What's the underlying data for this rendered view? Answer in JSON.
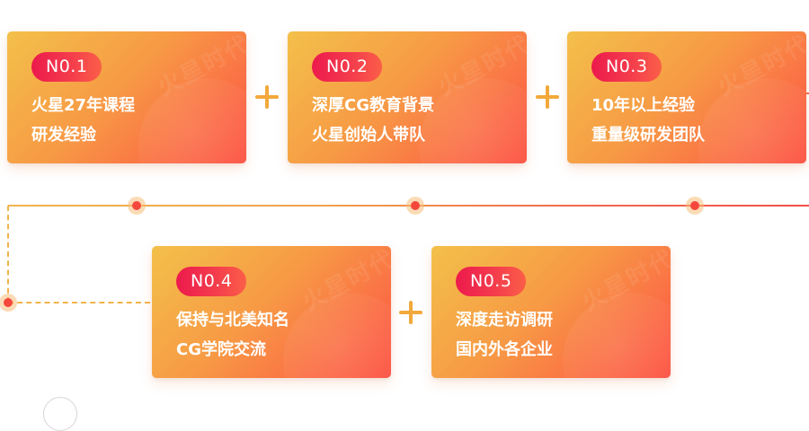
{
  "cards": [
    {
      "badge": "N0.1",
      "line1": "火星27年课程",
      "line2": "研发经验",
      "watermark": "火星时代"
    },
    {
      "badge": "N0.2",
      "line1": "深厚CG教育背景",
      "line2": "火星创始人带队",
      "watermark": "火星时代"
    },
    {
      "badge": "N0.3",
      "line1": "10年以上经验",
      "line2": "重量级研发团队",
      "watermark": "火星时代"
    },
    {
      "badge": "N0.4",
      "line1": "保持与北美知名",
      "line2": "CG学院交流",
      "watermark": "火星时代"
    },
    {
      "badge": "N0.5",
      "line1": "深度走访调研",
      "line2": "国内外各企业",
      "watermark": "火星时代"
    }
  ],
  "connectors": {
    "plus_icon": "plus-icon",
    "timeline_dot_icon": "timeline-dot-icon"
  },
  "colors": {
    "card_gradient_start": "#f3c04a",
    "card_gradient_end": "#fc5244",
    "badge_gradient_start": "#ec1a4c",
    "badge_gradient_end": "#fb5e48",
    "plus": "#f2a93b",
    "dash_yellow": "#f1b44c",
    "dash_red": "#f26a4c",
    "dot": "#f5483d"
  }
}
